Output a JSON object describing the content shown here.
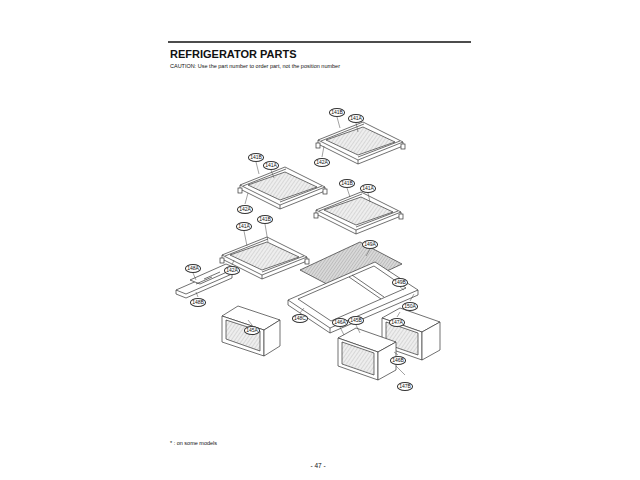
{
  "diagram": {
    "title": "REFRIGERATOR PARTS",
    "nodes": [
      {
        "text": [
          "141B"
        ]
      },
      {
        "text": [
          "141A"
        ]
      },
      {
        "text": [
          "142A"
        ]
      },
      {
        "text": [
          "141B"
        ]
      },
      {
        "text": [
          "141A"
        ]
      },
      {
        "text": [
          "142A"
        ]
      },
      {
        "text": [
          "141B"
        ]
      },
      {
        "text": [
          "141A"
        ]
      },
      {
        "text": [
          "141B"
        ]
      },
      {
        "text": [
          "141A"
        ]
      },
      {
        "text": [
          "142A"
        ]
      },
      {
        "text": [
          "149A"
        ]
      },
      {
        "text": [
          "149B"
        ]
      },
      {
        "text": [
          "150A"
        ]
      },
      {
        "text": [
          "148A"
        ]
      },
      {
        "text": [
          "148B"
        ]
      },
      {
        "text": [
          "148C"
        ]
      },
      {
        "text": [
          "145A"
        ]
      },
      {
        "text": [
          "146A"
        ]
      },
      {
        "text": [
          "145B"
        ]
      },
      {
        "text": [
          "147A"
        ]
      },
      {
        "text": [
          "146B"
        ]
      },
      {
        "text": [
          "147B"
        ]
      }
    ],
    "labels": [
      "CAUTION: Use the part number to order part, not the position number",
      "* : on some models",
      "- 47 -"
    ]
  }
}
